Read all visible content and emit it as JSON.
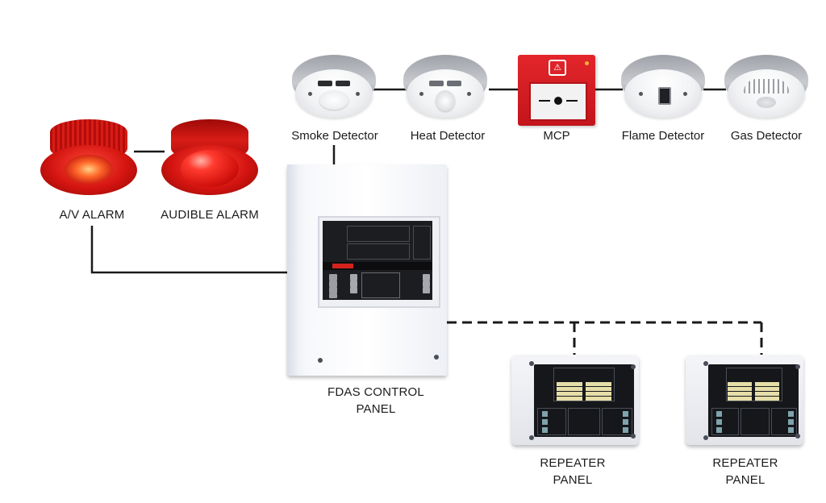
{
  "diagram": {
    "title": "Fire Detection and Alarm System (FDAS) Topology",
    "nodes": {
      "smoke_detector": {
        "label": "Smoke Detector",
        "icon": "smoke-detector-icon"
      },
      "heat_detector": {
        "label": "Heat Detector",
        "icon": "heat-detector-icon"
      },
      "mcp": {
        "label": "MCP",
        "icon": "manual-call-point-icon"
      },
      "flame_detector": {
        "label": "Flame Detector",
        "icon": "flame-detector-icon"
      },
      "gas_detector": {
        "label": "Gas Detector",
        "icon": "gas-detector-icon"
      },
      "av_alarm": {
        "label": "A/V ALARM",
        "icon": "av-alarm-icon"
      },
      "audible_alarm": {
        "label": "AUDIBLE ALARM",
        "icon": "audible-alarm-icon"
      },
      "control_panel": {
        "label_line1": "FDAS CONTROL",
        "label_line2": "PANEL",
        "icon": "control-panel-icon"
      },
      "repeater_1": {
        "label_line1": "REPEATER",
        "label_line2": "PANEL",
        "icon": "repeater-panel-icon"
      },
      "repeater_2": {
        "label_line1": "REPEATER",
        "label_line2": "PANEL",
        "icon": "repeater-panel-icon"
      }
    },
    "edges": [
      {
        "from": "smoke_detector",
        "to": "heat_detector",
        "style": "solid"
      },
      {
        "from": "heat_detector",
        "to": "mcp",
        "style": "solid"
      },
      {
        "from": "mcp",
        "to": "flame_detector",
        "style": "solid"
      },
      {
        "from": "flame_detector",
        "to": "gas_detector",
        "style": "solid"
      },
      {
        "from": "smoke_detector",
        "to": "control_panel",
        "style": "solid"
      },
      {
        "from": "av_alarm",
        "to": "audible_alarm",
        "style": "solid"
      },
      {
        "from": "av_alarm",
        "to": "control_panel",
        "style": "solid"
      },
      {
        "from": "control_panel",
        "to": "repeater_1",
        "style": "dashed"
      },
      {
        "from": "control_panel",
        "to": "repeater_2",
        "style": "dashed"
      }
    ],
    "colors": {
      "alarm_red": "#d41410",
      "wire": "#1a1a1a",
      "panel_white": "#f4f5f8",
      "screen_dark": "#1c1d20"
    }
  }
}
